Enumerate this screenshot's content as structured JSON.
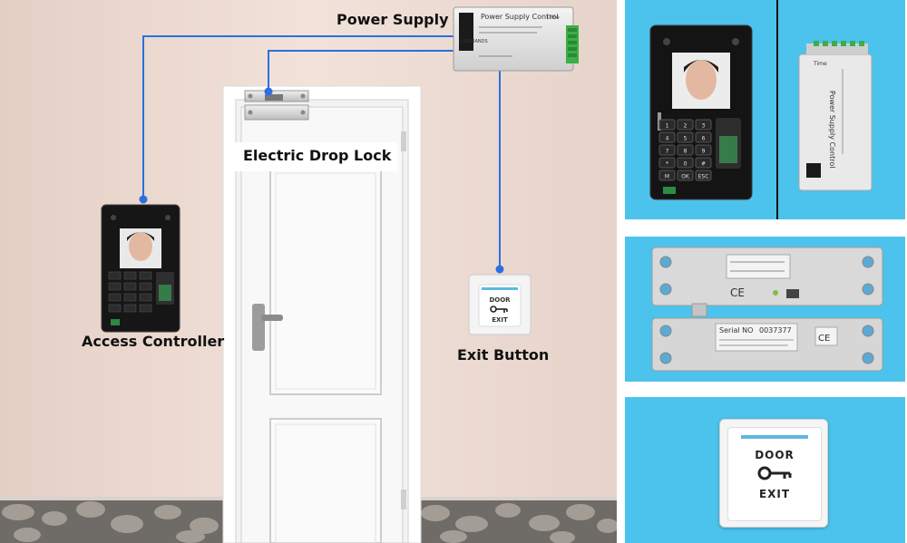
{
  "labels": {
    "power_supply": "Power Supply",
    "drop_lock": "Electric Drop Lock",
    "access_controller": "Access Controller",
    "exit_button": "Exit Button"
  },
  "psu": {
    "title": "Power Supply Control",
    "brand": "GOGHANDS",
    "time": "Time"
  },
  "lock": {
    "serial_label": "Serial NO",
    "serial_number": "0037377",
    "ce": "CE"
  },
  "exit": {
    "door": "DOOR",
    "exit": "EXIT",
    "key_icon": "key-icon"
  },
  "keypad": [
    "1",
    "2",
    "3",
    "4",
    "5",
    "6",
    "7",
    "8",
    "9",
    "*",
    "0",
    "#",
    "M",
    "OK",
    "ESC"
  ],
  "colors": {
    "wire": "#2b6fe0",
    "panel_blue": "#4cc3ec",
    "wall": "#ecd9d0",
    "door": "#f7f7f7"
  }
}
